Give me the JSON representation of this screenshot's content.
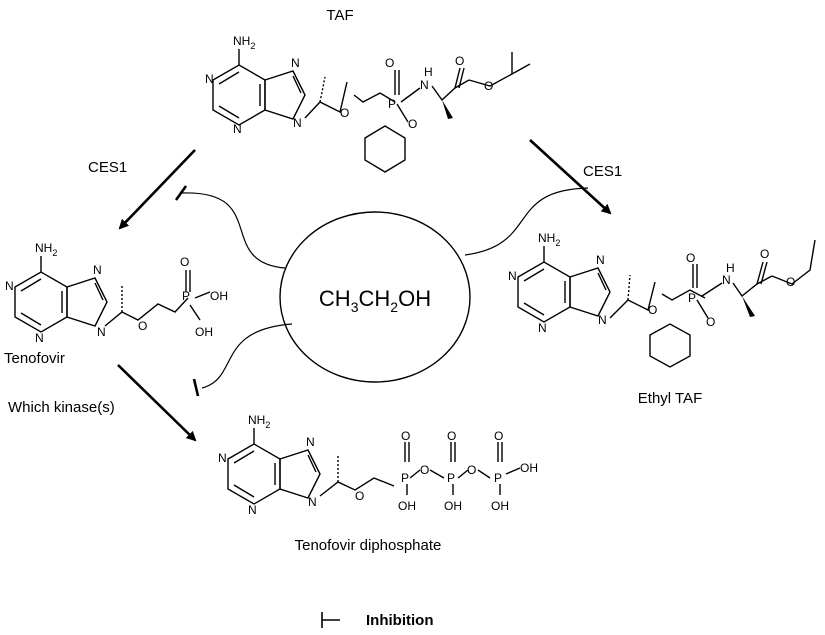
{
  "title": "TAF",
  "center": {
    "base": "CH",
    "s1": "3",
    "mid": "CH",
    "s2": "2",
    "end": "OH"
  },
  "enzymes": {
    "left": "CES1",
    "right": "CES1",
    "kinase": "Which kinase(s)"
  },
  "products": {
    "tenofovir": "Tenofovir",
    "ethyl_taf": "Ethyl TAF",
    "diphosphate": "Tenofovir diphosphate"
  },
  "legend": {
    "inhibition": "Inhibition"
  },
  "atoms": {
    "nh2": "NH",
    "nh2_sub": "2",
    "n": "N",
    "o": "O",
    "p": "P",
    "oh": "OH",
    "hn": "H",
    "hn_n": "N"
  }
}
